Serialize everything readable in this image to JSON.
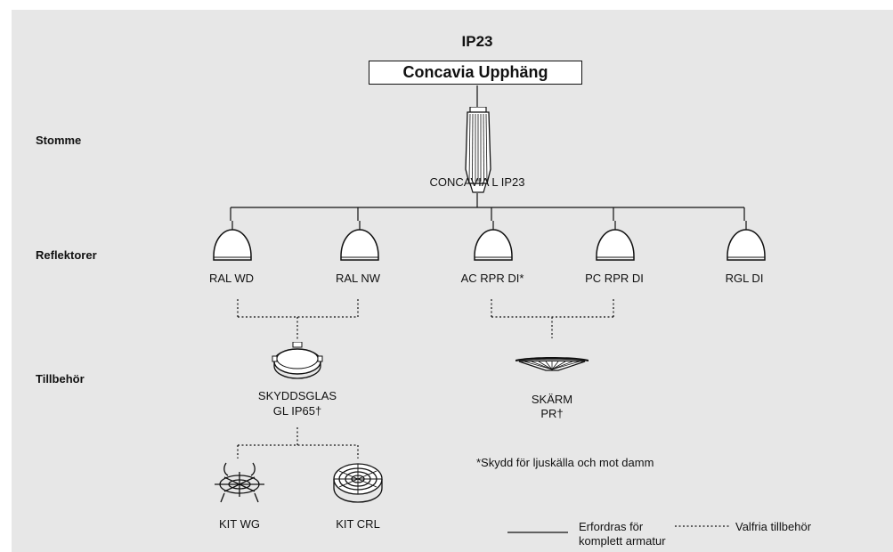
{
  "header": {
    "title": "IP23",
    "product": "Concavia Upphäng"
  },
  "rows": {
    "stomme": "Stomme",
    "reflektorer": "Reflektorer",
    "tillbehor": "Tillbehör"
  },
  "stomme": {
    "name": "CONCAVIA L  IP23"
  },
  "reflectors": [
    {
      "name": "RAL WD"
    },
    {
      "name": "RAL NW"
    },
    {
      "name": "AC RPR DI*"
    },
    {
      "name": "PC RPR DI"
    },
    {
      "name": "RGL DI"
    }
  ],
  "accessories": {
    "skyddsglas": {
      "line1": "SKYDDSGLAS",
      "line2": "GL IP65†"
    },
    "skarm": {
      "line1": "SKÄRM",
      "line2": "PR†"
    },
    "kit_wg": "KIT WG",
    "kit_crl": "KIT CRL"
  },
  "footnote": "*Skydd för ljuskälla och mot damm",
  "legend": {
    "required_line1": "Erfordras för",
    "required_line2": "komplett armatur",
    "optional": "Valfria tillbehör"
  }
}
